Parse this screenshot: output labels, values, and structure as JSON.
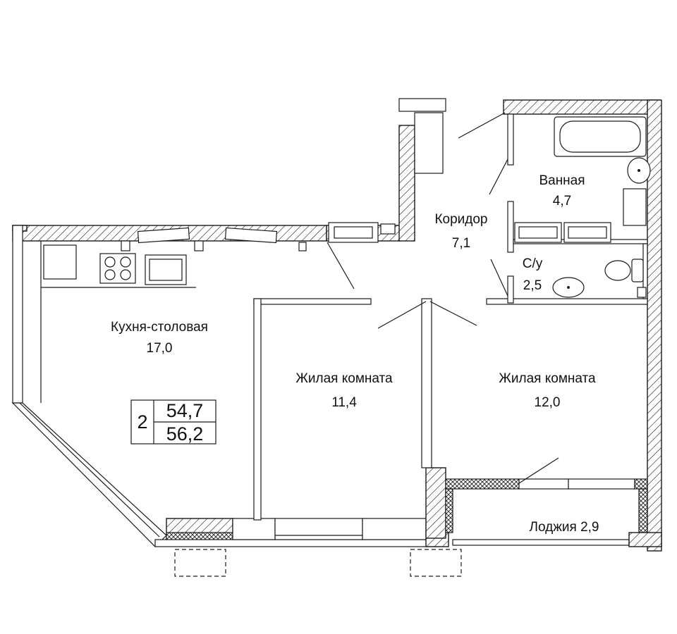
{
  "rooms": {
    "kitchen": {
      "name": "Кухня-столовая",
      "area": "17,0"
    },
    "living1": {
      "name": "Жилая комната",
      "area": "11,4"
    },
    "living2": {
      "name": "Жилая комната",
      "area": "12,0"
    },
    "corridor": {
      "name": "Коридор",
      "area": "7,1"
    },
    "bathroom": {
      "name": "Ванная",
      "area": "4,7"
    },
    "wc": {
      "name": "С/у",
      "area": "2,5"
    },
    "loggia": {
      "name": "Лоджия 2,9"
    }
  },
  "summary": {
    "rooms_count": "2",
    "living_area": "54,7",
    "total_area": "56,2"
  }
}
